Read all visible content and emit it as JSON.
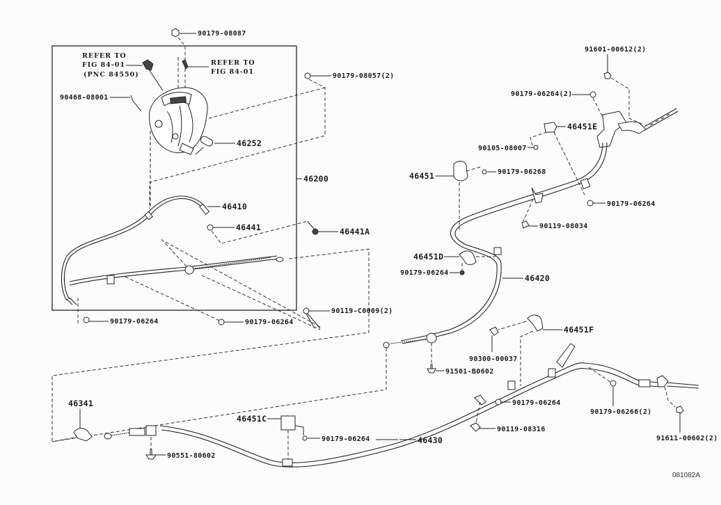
{
  "diagram": {
    "title": "Parking brake lever & cable assembly parts diagram",
    "figure_code": "081082A",
    "labels": {
      "nut_top": "90179-08087",
      "refer_left_1": "REFER TO",
      "refer_left_2": "FIG 84-01",
      "refer_left_3": "(PNC 84550)",
      "refer_right_1": "REFER TO",
      "refer_right_2": "FIG 84-01",
      "nut_2": "90179-08057(2)",
      "screw_lever": "90468-08001",
      "grip": "46252",
      "lever_assy": "46200",
      "cable_46410": "46410",
      "retainer_46441": "46441",
      "retainer_46441A": "46441A",
      "nut_lower_left": "90179-06264",
      "nut_lower_mid": "90179-06264",
      "bolt_lower": "90119-C0009(2)",
      "bolt_top_right": "91601-00612(2)",
      "nut_top_right": "90179-06264(2)",
      "clamp_46451E": "46451E",
      "clip_top_right": "90105-08007",
      "clamp_46451": "46451",
      "nut_46451": "90179-06268",
      "nut_right_mid": "90179-06264",
      "bolt_right_mid": "90119-08034",
      "clamp_46451D": "46451D",
      "nut_46451D": "90179-06264",
      "cable_46420": "46420",
      "clamp_46451F": "46451F",
      "clip_46451F": "90300-00037",
      "bolt_46420": "91501-B0602",
      "nut_46430_a": "90179-06264",
      "bolt_46430": "90119-08316",
      "nut_46430_b": "90179-06266(2)",
      "bolt_end": "91611-00602(2)",
      "equalizer": "46341",
      "clamp_46451C": "46451C",
      "nut_46451C": "90179-06264",
      "cable_46430": "46430",
      "bolt_equalizer": "90551-80602"
    }
  }
}
